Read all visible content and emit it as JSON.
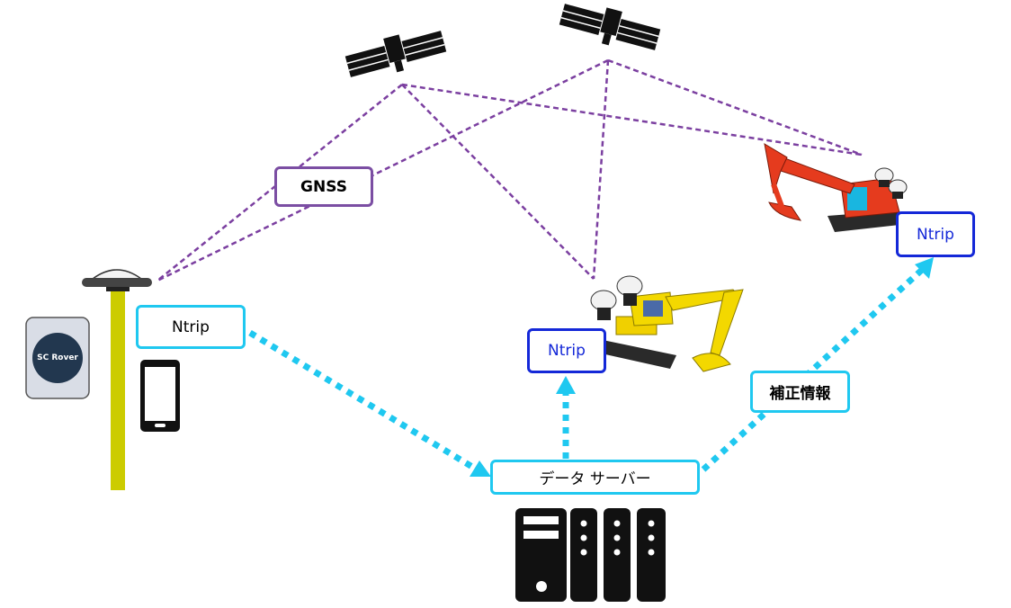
{
  "labels": {
    "gnss": "GNSS",
    "ntrip_left": "Ntrip",
    "ntrip_middle": "Ntrip",
    "ntrip_right": "Ntrip",
    "correction": "補正情報",
    "data_server": "データ サーバー",
    "sc_rover": "SC Rover"
  },
  "colors": {
    "gnss_lines": "#7b3fa0",
    "data_flow": "#1fc8f0",
    "ntrip_border_machine": "#1428d8",
    "pole": "#cccc00"
  }
}
